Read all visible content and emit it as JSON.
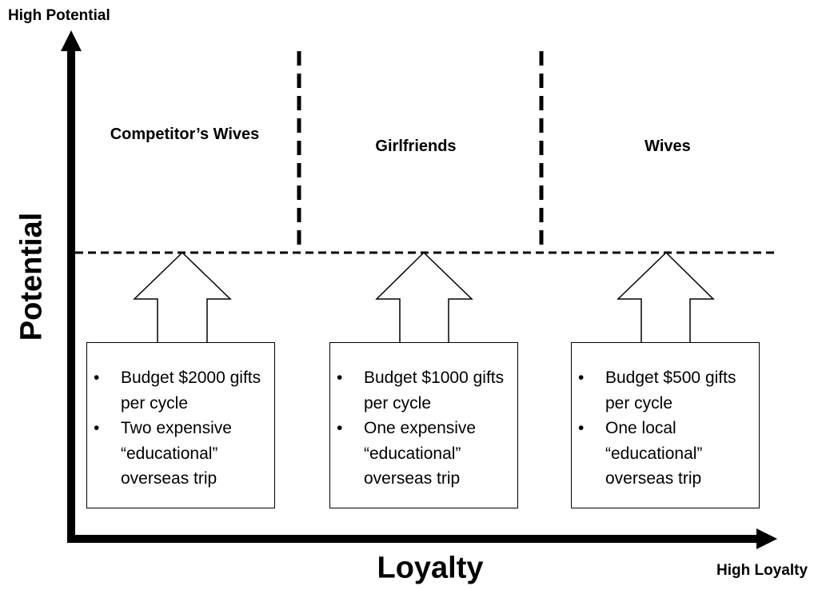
{
  "axes": {
    "y_title": "Potential",
    "x_title": "Loyalty",
    "y_end_label": "High Potential",
    "x_end_label": "High Loyalty"
  },
  "segments": [
    {
      "title": "Competitor’s Wives",
      "bullets": [
        "Budget $2000 gifts per cycle",
        "Two expensive “educational” overseas trip"
      ]
    },
    {
      "title": "Girlfriends",
      "bullets": [
        "Budget $1000 gifts per cycle",
        "One expensive “educational” overseas trip"
      ]
    },
    {
      "title": "Wives",
      "bullets": [
        "Budget $500 gifts per cycle",
        "One local “educational” overseas trip"
      ]
    }
  ],
  "bullet_symbol": "•",
  "colors": {
    "ink": "#000000",
    "background": "#ffffff"
  }
}
